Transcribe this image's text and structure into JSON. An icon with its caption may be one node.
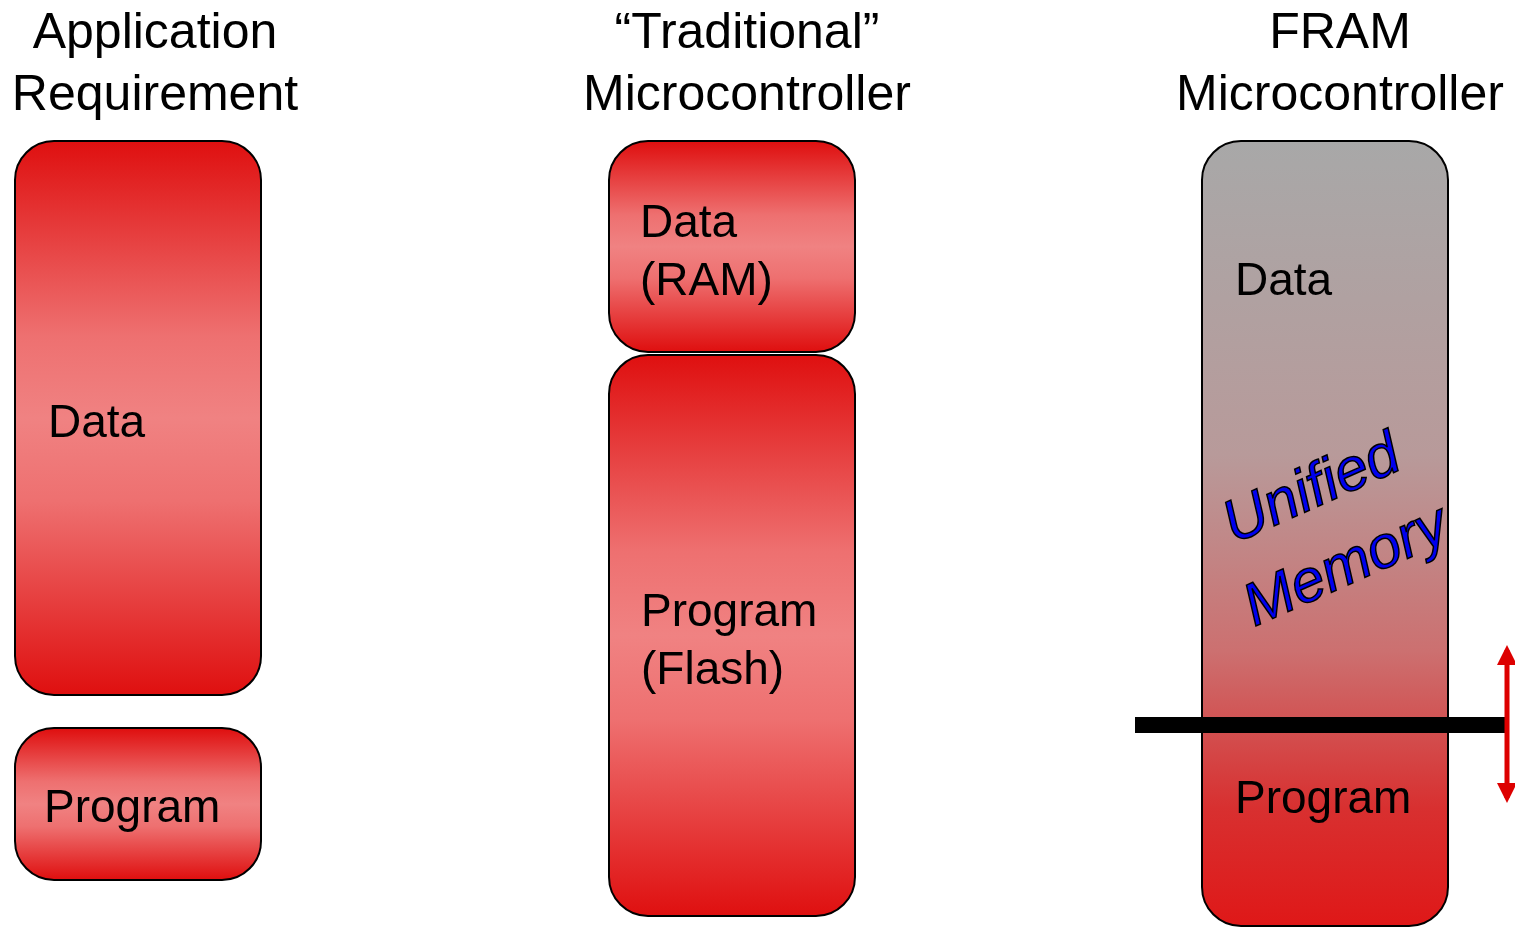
{
  "diagram": {
    "nodes": [
      {
        "text": [
          "Data"
        ]
      },
      {
        "text": [
          "Program"
        ]
      },
      {
        "text": [
          "Data (RAM)"
        ]
      },
      {
        "text": [
          "Program (Flash)"
        ]
      },
      {
        "text": [
          "Data",
          "Unified Memory",
          "Program"
        ]
      }
    ],
    "edges": [],
    "labels": [
      "Application Requirement",
      "“Traditional” Microcontroller",
      "FRAM Microcontroller"
    ]
  }
}
